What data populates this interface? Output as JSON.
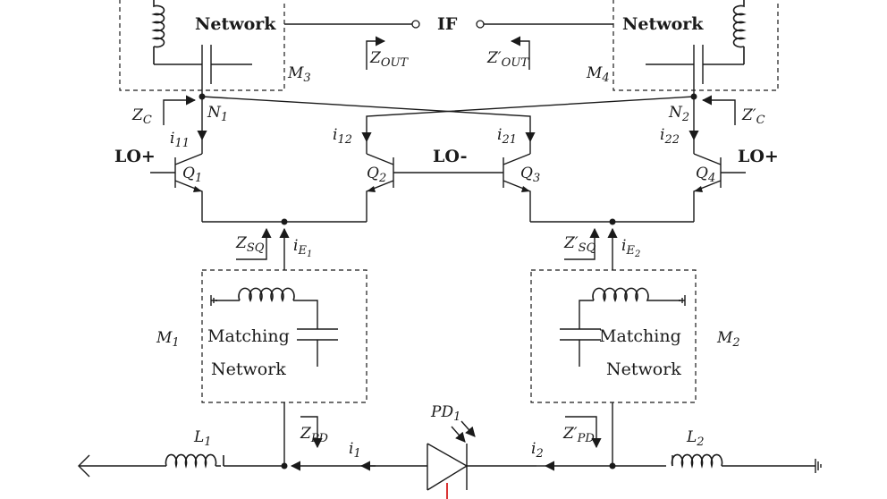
{
  "labels": {
    "network_tl": "Network",
    "network_tr": "Network",
    "if": "IF",
    "z_out": "Z",
    "z_out_sub": "OUT",
    "z_out_p": "Z′",
    "z_out_p_sub": "OUT",
    "m3": "M",
    "m3_sub": "3",
    "m4": "M",
    "m4_sub": "4",
    "zc": "Z",
    "zc_sub": "C",
    "zc_p": "Z′",
    "zc_p_sub": "C",
    "n1": "N",
    "n1_sub": "1",
    "n2": "N",
    "n2_sub": "2",
    "i11": "i",
    "i11_sub": "11",
    "i12": "i",
    "i12_sub": "12",
    "i21": "i",
    "i21_sub": "21",
    "i22": "i",
    "i22_sub": "22",
    "lo_plus_left": "LO+",
    "lo_minus": "LO-",
    "lo_plus_right": "LO+",
    "q1": "Q",
    "q1_sub": "1",
    "q2": "Q",
    "q2_sub": "2",
    "q3": "Q",
    "q3_sub": "3",
    "q4": "Q",
    "q4_sub": "4",
    "zsq": "Z",
    "zsq_sub": "SQ",
    "zsq_p": "Z′",
    "zsq_p_sub": "SQ",
    "ie1": "i",
    "ie1_sub": "E",
    "ie1_sub2": "1",
    "ie2": "i",
    "ie2_sub": "E",
    "ie2_sub2": "2",
    "m1": "M",
    "m1_sub": "1",
    "m2": "M",
    "m2_sub": "2",
    "matching_left": "Matching",
    "network_left": "Network",
    "matching_right": "Matching",
    "network_right": "Network",
    "pd1": "PD",
    "pd1_sub": "1",
    "l1": "L",
    "l1_sub": "1",
    "l2": "L",
    "l2_sub": "2",
    "zpd": "Z",
    "zpd_sub": "PD",
    "zpd_p": "Z′",
    "zpd_p_sub": "PD",
    "i1": "i",
    "i1_sub": "1",
    "i2": "i",
    "i2_sub": "2"
  },
  "colors": {
    "ink": "#1a1a1a",
    "accent": "#d00000",
    "background": "#ffffff"
  }
}
